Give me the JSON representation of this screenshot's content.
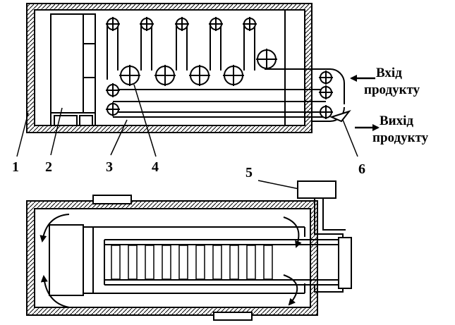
{
  "labels": {
    "n1": "1",
    "n2": "2",
    "n3": "3",
    "n4": "4",
    "n5": "5",
    "n6": "6"
  },
  "captions": {
    "inlet_line1": "Вхід",
    "inlet_line2": "продукту",
    "outlet_line1": "Вихід",
    "outlet_line2": "продукту"
  }
}
